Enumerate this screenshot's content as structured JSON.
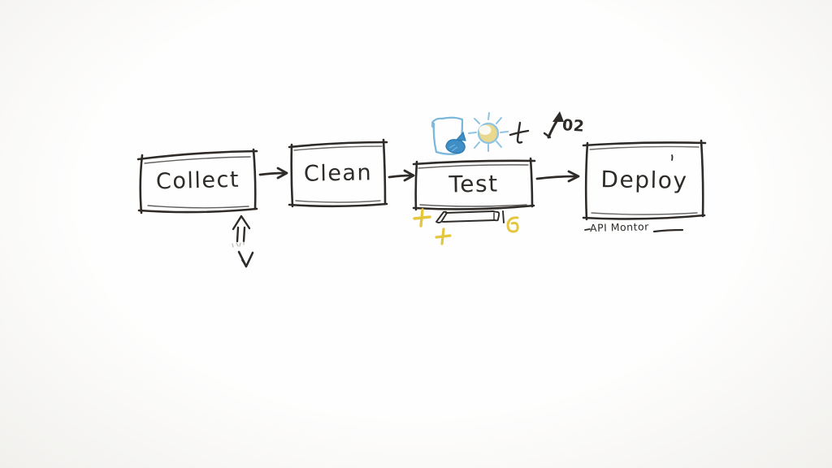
{
  "diagram": {
    "type": "hand-drawn-flowchart",
    "nodes": [
      {
        "id": "collect",
        "label": "Collect"
      },
      {
        "id": "clean",
        "label": "Clean"
      },
      {
        "id": "test",
        "label": "Test"
      },
      {
        "id": "deploy",
        "label": "Deploy"
      }
    ],
    "connections": [
      {
        "from": "collect",
        "to": "clean"
      },
      {
        "from": "clean",
        "to": "test"
      },
      {
        "from": "test",
        "to": "deploy"
      }
    ],
    "annotations": {
      "o2_label": "02",
      "deploy_note": "API Montor"
    },
    "doodles": {
      "above_test": [
        {
          "name": "beaker-icon",
          "outline_color": "#7cb8dc",
          "blob_color": "#3f8fc6"
        },
        {
          "name": "sun-icon",
          "ray_color": "#8ec3e2",
          "center_fill": "#e9d98f"
        },
        {
          "name": "dagger-plus-mark",
          "color": "#2e2b28"
        },
        {
          "name": "trend-up-arrow-icon",
          "color": "#2e2b28",
          "label": "02"
        }
      ],
      "below_test": [
        {
          "name": "yellow-plus-mark",
          "color": "#e4c63f"
        },
        {
          "name": "bench-sketch",
          "color": "#2e2b28"
        },
        {
          "name": "yellow-plus-mark",
          "color": "#e4c63f"
        },
        {
          "name": "yellow-spiral-mark",
          "color": "#e4c63f"
        }
      ],
      "below_collect": [
        {
          "name": "up-double-arrow-icon",
          "color": "#2e2b28"
        },
        {
          "name": "tiny-scribble-marks",
          "color": "#b9b6b0"
        },
        {
          "name": "down-arrow-icon",
          "color": "#2e2b28"
        }
      ]
    },
    "colors": {
      "ink": "#2e2b28",
      "light_blue": "#7cb8dc",
      "blue": "#3f8fc6",
      "yellow": "#e4c63f",
      "sun_fill": "#e9d98f",
      "paper": "#fbfaf8"
    }
  }
}
